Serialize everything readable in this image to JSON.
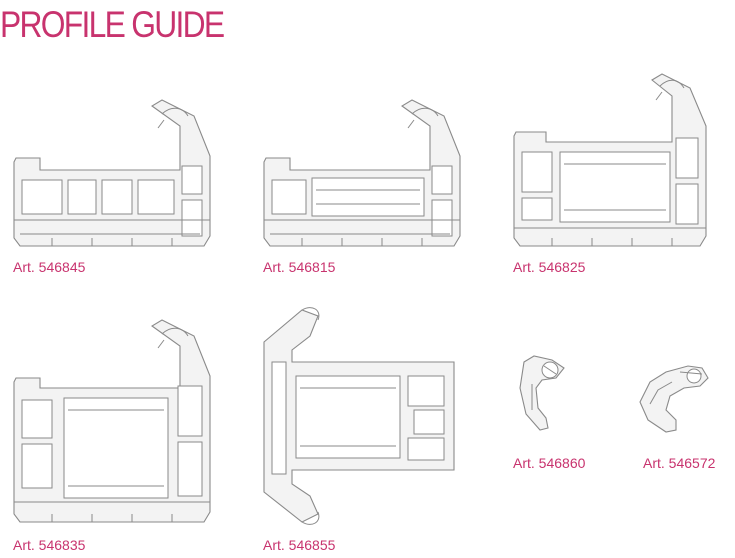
{
  "page": {
    "title": "PROFILE GUIDE",
    "accent_color": "#c8336e"
  },
  "profiles": [
    {
      "label": "Art. 546845"
    },
    {
      "label": "Art. 546815"
    },
    {
      "label": "Art. 546825"
    },
    {
      "label": "Art. 546835"
    },
    {
      "label": "Art. 546855"
    },
    {
      "label": "Art. 546860"
    },
    {
      "label": "Art. 546572"
    }
  ]
}
